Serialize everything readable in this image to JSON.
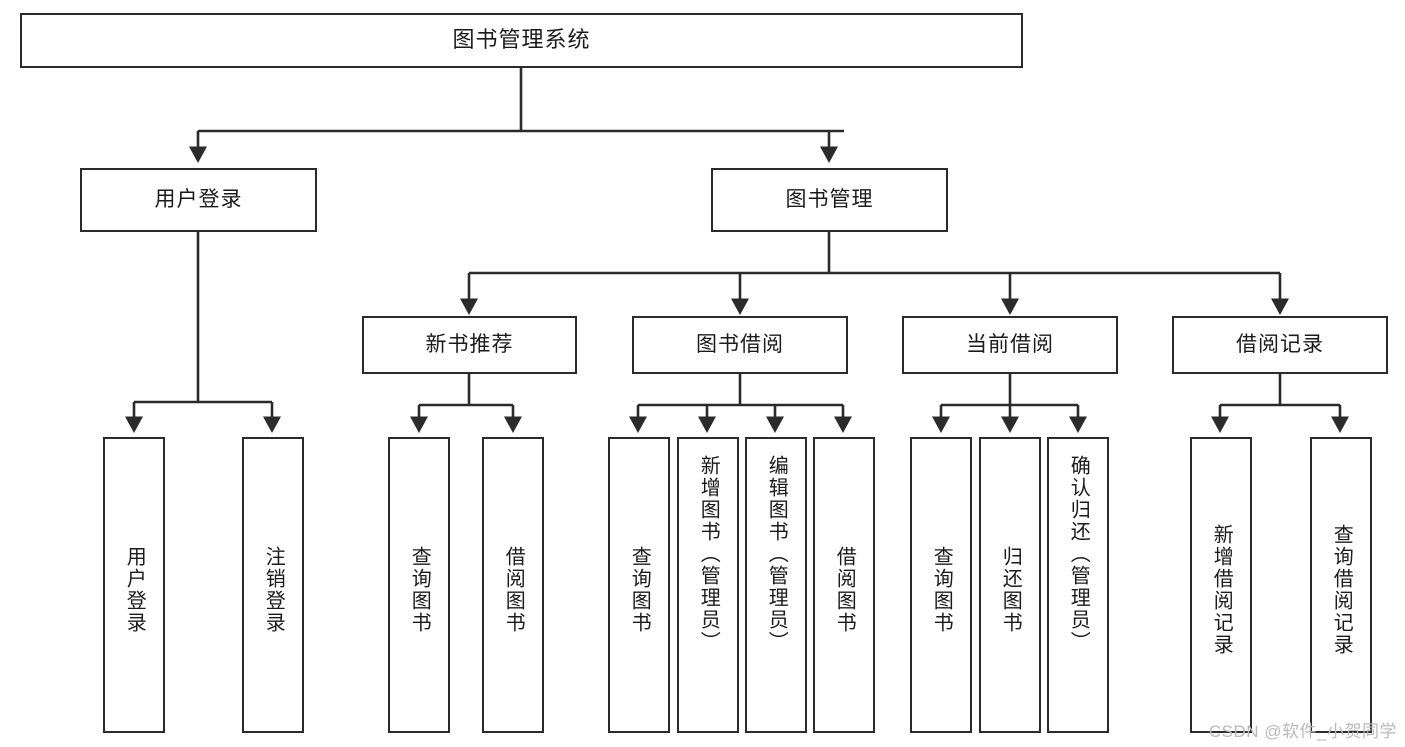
{
  "diagram": {
    "title": "图书管理系统",
    "type": "tree-hierarchy-diagram",
    "watermark": "CSDN @软件_小贺同学",
    "colors": {
      "box_border": "#2b2b2b",
      "box_fill": "#ffffff",
      "connector": "#2b2b2b",
      "text": "#1b1b1b",
      "watermark": "#b9b9b9"
    },
    "root": {
      "label": "图书管理系统"
    },
    "level2": [
      {
        "label": "用户登录"
      },
      {
        "label": "图书管理"
      }
    ],
    "level3": [
      {
        "label": "新书推荐"
      },
      {
        "label": "图书借阅"
      },
      {
        "label": "当前借阅"
      },
      {
        "label": "借阅记录"
      }
    ],
    "leaves": {
      "user_login": [
        {
          "label": "用户登录"
        },
        {
          "label": "注销登录"
        }
      ],
      "new_book_recommend": [
        {
          "label": "查询图书"
        },
        {
          "label": "借阅图书"
        }
      ],
      "book_borrow": [
        {
          "label": "查询图书"
        },
        {
          "label": "新增图书（管理员）"
        },
        {
          "label": "编辑图书（管理员）"
        },
        {
          "label": "借阅图书"
        }
      ],
      "current_borrow": [
        {
          "label": "查询图书"
        },
        {
          "label": "归还图书"
        },
        {
          "label": "确认归还（管理员）"
        }
      ],
      "borrow_record": [
        {
          "label": "新增借阅记录"
        },
        {
          "label": "查询借阅记录"
        }
      ]
    }
  }
}
